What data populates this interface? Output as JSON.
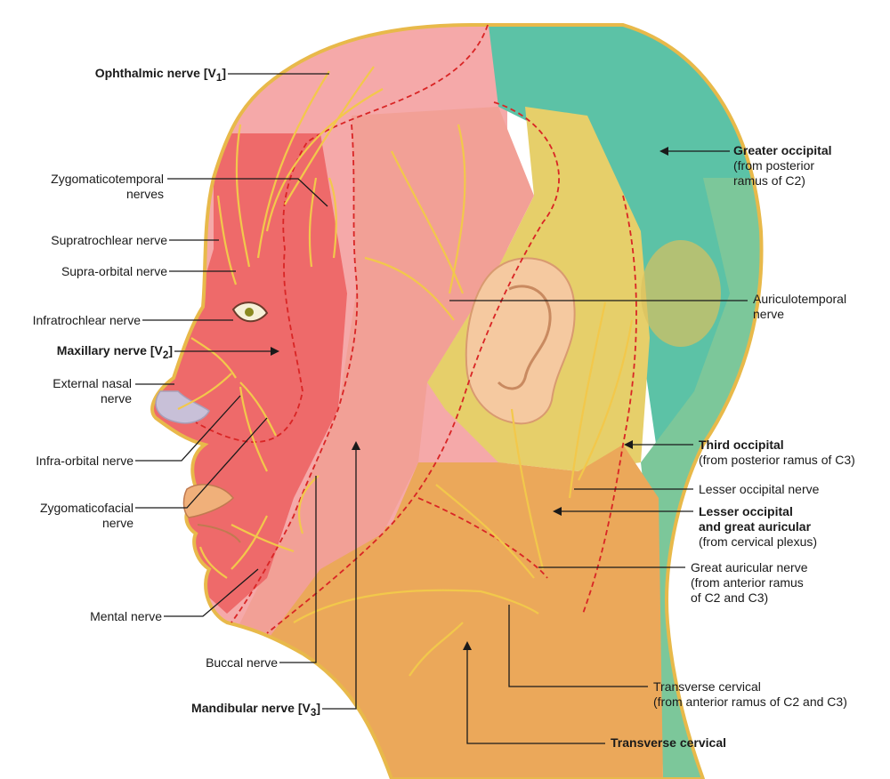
{
  "colors": {
    "background": "#ffffff",
    "v1_region": "#f5a9a9",
    "v2_region": "#ee6a6a",
    "v3_region": "#f08a7c",
    "cervical_region": "#eba85a",
    "lesser_occipital_region": "#e6cf6a",
    "greater_occipital_region": "#5cc2a6",
    "third_occipital_region": "#7cc79a",
    "nerve": "#f2c84b",
    "boundary": "#d92525"
  },
  "labels": {
    "ophthalmic": {
      "text": "Ophthalmic nerve [V",
      "sub": "1",
      "close": "]"
    },
    "zygomaticotemporal": {
      "line1": "Zygomaticotemporal",
      "line2": "nerves"
    },
    "supratrochlear": {
      "text": "Supratrochlear nerve"
    },
    "supraorbital": {
      "text": "Supra-orbital nerve"
    },
    "infratrochlear": {
      "text": "Infratrochlear nerve"
    },
    "maxillary": {
      "text": "Maxillary nerve [V",
      "sub": "2",
      "close": "]"
    },
    "external_nasal": {
      "line1": "External nasal",
      "line2": "nerve"
    },
    "infraorbital": {
      "text": "Infra-orbital nerve"
    },
    "zygomaticofacial": {
      "line1": "Zygomaticofacial",
      "line2": "nerve"
    },
    "mental": {
      "text": "Mental nerve"
    },
    "buccal": {
      "text": "Buccal nerve"
    },
    "mandibular": {
      "text": "Mandibular nerve [V",
      "sub": "3",
      "close": "]"
    },
    "greater_occipital": {
      "title": "Greater occipital",
      "line2": "(from posterior",
      "line3": "ramus of C2)"
    },
    "auriculotemporal": {
      "line1": "Auriculotemporal",
      "line2": "nerve"
    },
    "third_occipital": {
      "title": "Third occipital",
      "line2": "(from posterior ramus of C3)"
    },
    "lesser_occipital_nerve": {
      "text": "Lesser occipital nerve"
    },
    "lesser_occipital_great_auricular": {
      "title1": "Lesser occipital",
      "title2": "and great auricular",
      "line3": "(from cervical plexus)"
    },
    "great_auricular": {
      "line1": "Great auricular nerve",
      "line2": "(from anterior ramus",
      "line3": "of C2 and C3)"
    },
    "transverse_cervical_nerve": {
      "line1": "Transverse cervical",
      "line2": "(from anterior ramus of C2 and C3)"
    },
    "transverse_cervical_region": {
      "text": "Transverse cervical"
    }
  }
}
